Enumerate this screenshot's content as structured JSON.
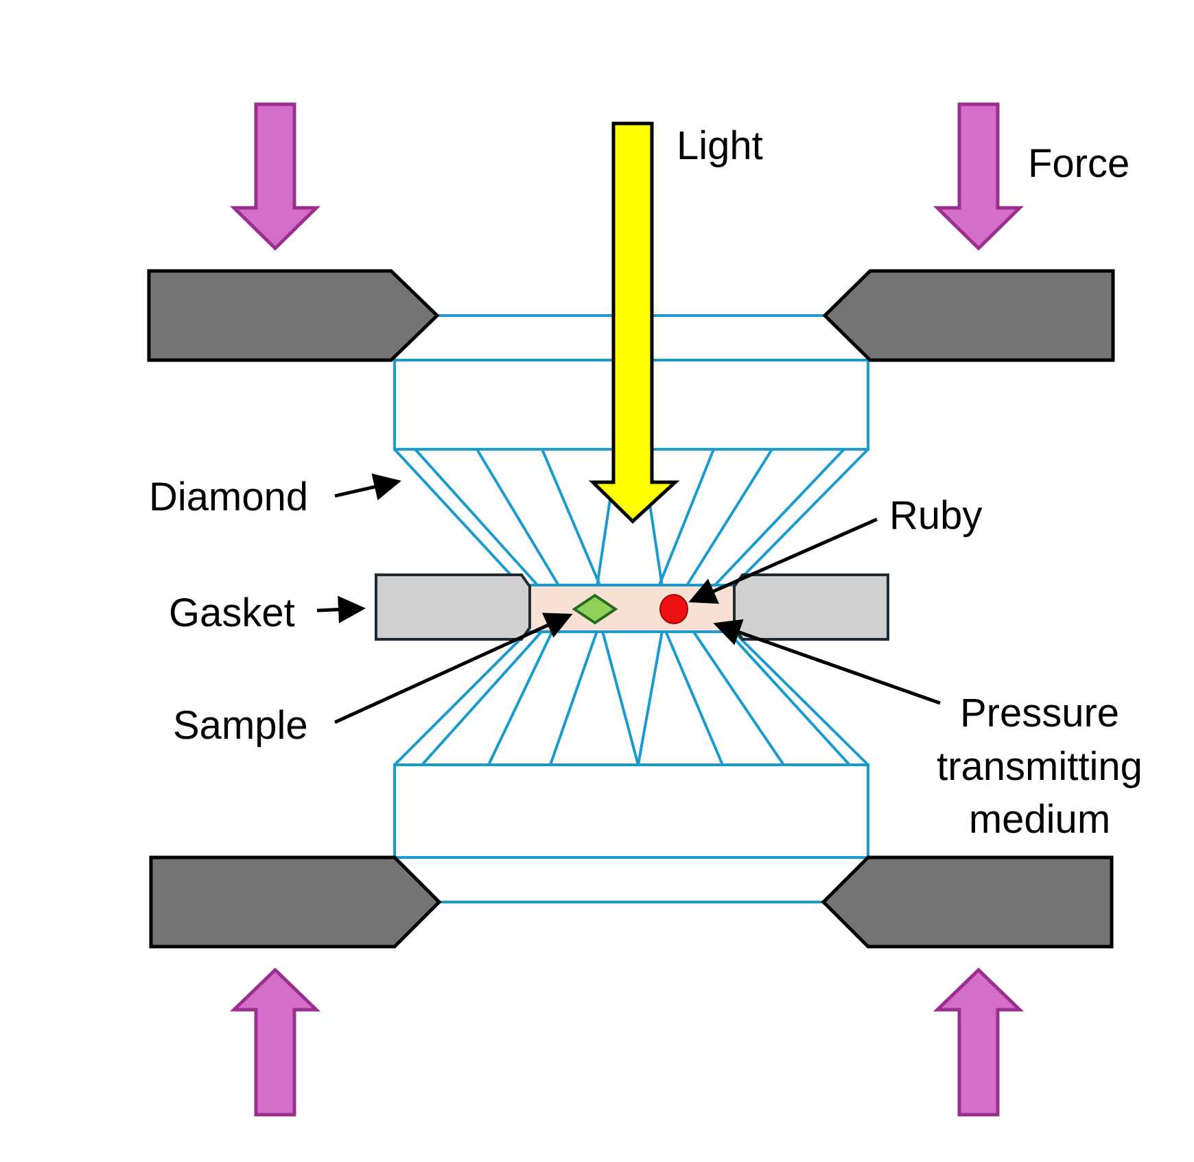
{
  "labels": {
    "light": "Light",
    "force": "Force",
    "diamond": "Diamond",
    "gasket": "Gasket",
    "sample": "Sample",
    "ruby": "Ruby",
    "pressure_line1": "Pressure",
    "pressure_line2": "transmitting",
    "pressure_line3": "medium"
  },
  "colors": {
    "force_arrow_fill": "#d46fc8",
    "force_arrow_stroke": "#9b2f8f",
    "light_arrow_fill": "#ffff00",
    "diamond_stroke": "#1a9bd0",
    "clamp_fill": "#747474",
    "gasket_fill": "#d0d0d0",
    "medium_fill": "#f8e0d4",
    "sample_fill": "#8ed05a",
    "sample_stroke": "#2a6b1f",
    "ruby_fill": "#ee1111"
  }
}
